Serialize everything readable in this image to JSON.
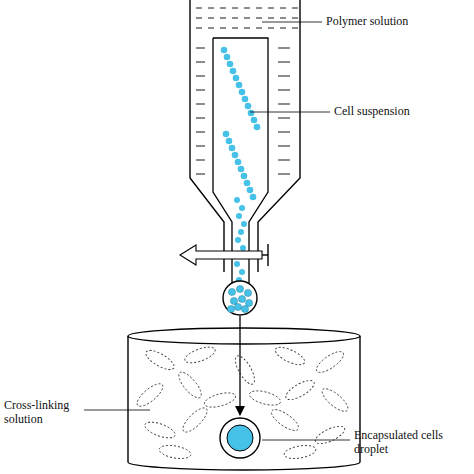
{
  "diagram": {
    "labels": [
      "Polymer solution",
      "Cell suspension",
      "Cross-linking solution",
      "Encapsulated cells droplet"
    ]
  }
}
